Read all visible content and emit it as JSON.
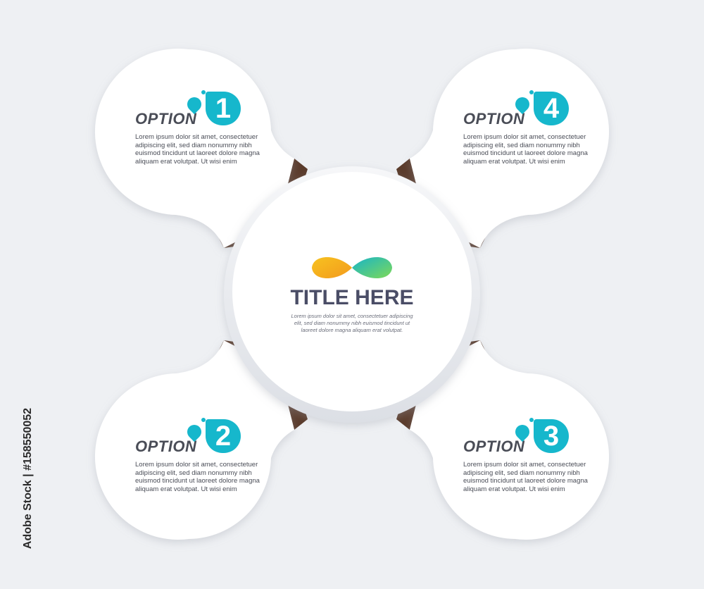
{
  "center": {
    "title": "TITLE HERE",
    "text": "Lorem ipsum dolor sit amet, consectetuer adipiscing elit, sed diam nonummy nibh euismod tincidunt ut laoreet dolore magna aliquam erat volutpat.",
    "logo_icon": "infinity-icon",
    "logo_colors": [
      "#f7c21f",
      "#f39a1e",
      "#17b4c9",
      "#7ed957"
    ]
  },
  "options": [
    {
      "label": "OPTION",
      "number": "1",
      "text": "Lorem ipsum dolor sit amet, consectetuer adipiscing elit, sed diam nonummy nibh euismod tincidunt ut laoreet dolore magna aliquam erat volutpat. Ut wisi enim"
    },
    {
      "label": "OPTION",
      "number": "2",
      "text": "Lorem ipsum dolor sit amet, consectetuer adipiscing elit, sed diam nonummy nibh euismod tincidunt ut laoreet dolore magna aliquam erat volutpat. Ut wisi enim"
    },
    {
      "label": "OPTION",
      "number": "3",
      "text": "Lorem ipsum dolor sit amet, consectetuer adipiscing elit, sed diam nonummy nibh euismod tincidunt ut laoreet dolore magna aliquam erat volutpat. Ut wisi enim"
    },
    {
      "label": "OPTION",
      "number": "4",
      "text": "Lorem ipsum dolor sit amet, consectetuer adipiscing elit, sed diam nonummy nibh euismod tincidunt ut laoreet dolore magna aliquam erat volutpat. Ut wisi enim"
    }
  ],
  "watermark": {
    "stock_id": "Adobe Stock | #158550052",
    "text": "Adobe Stock"
  },
  "colors": {
    "accent": "#16b7cc",
    "connector": "#5a3b2b",
    "background": "#eef0f3",
    "text": "#4a4d57"
  }
}
